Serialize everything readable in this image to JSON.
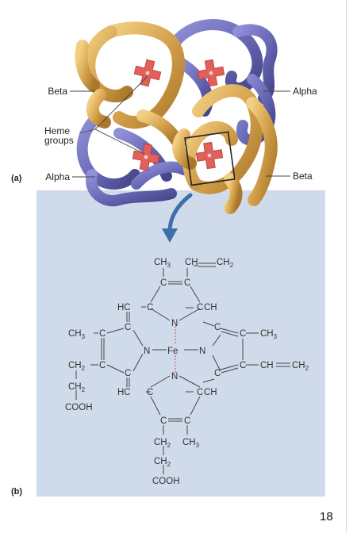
{
  "figure": {
    "part_a_label": "(a)",
    "part_b_label": "(b)",
    "callouts": {
      "beta_left": "Beta",
      "alpha_right": "Alpha",
      "heme_line1": "Heme",
      "heme_line2": "groups",
      "alpha_left": "Alpha",
      "beta_right": "Beta"
    }
  },
  "structure": {
    "ch3_top": "CH",
    "ch3_top_sub": "3",
    "ch_vinyl_top": "CH",
    "ch2_vinyl_top": "CH",
    "ch2_vinyl_top_sub": "2",
    "c_top_left": "C",
    "c_top_right": "C",
    "hc_upper_left": "HC",
    "c_upper_left": "C",
    "c_upper_right": "C",
    "ch_upper_right": "CH",
    "n_top": "N",
    "ch3_left": "CH",
    "ch3_left_sub": "3",
    "c_left_outer_top": "C",
    "c_left_inner_top": "C",
    "n_left": "N",
    "fe": "Fe",
    "n_right": "N",
    "c_right_inner_top": "C",
    "c_right_outer_top": "C",
    "ch3_right": "CH",
    "ch3_right_sub": "3",
    "ch2_left": "CH",
    "ch2_left_sub": "2",
    "c_left_outer_bottom": "C",
    "c_left_inner_bottom": "C",
    "c_right_inner_bottom": "C",
    "c_right_outer_bottom": "C",
    "ch_vinyl_right": "CH",
    "ch2_vinyl_right": "CH",
    "ch2_vinyl_right_sub": "2",
    "ch2_left_lower": "CH",
    "ch2_left_lower_sub": "2",
    "cooh_left": "COOH",
    "hc_lower_left": "HC",
    "c_lower_left": "C",
    "n_bottom": "N",
    "c_lower_right": "C",
    "ch_lower_right": "CH",
    "c_bottom_left": "C",
    "c_bottom_right": "C",
    "ch2_bottom": "CH",
    "ch2_bottom_sub": "2",
    "ch3_bottom": "CH",
    "ch3_bottom_sub": "3",
    "ch2_bottom_lower": "CH",
    "ch2_bottom_lower_sub": "2",
    "cooh_bottom": "COOH"
  },
  "page": {
    "number": "18"
  },
  "colors": {
    "alpha_chain": "#6b6bb8",
    "beta_chain": "#d4a24c",
    "heme": "#e0605a",
    "panel_b": "#cfdbea",
    "arrow": "#3f6fa8"
  },
  "icons": {
    "zoom_arrow": "curved-arrow-icon"
  }
}
